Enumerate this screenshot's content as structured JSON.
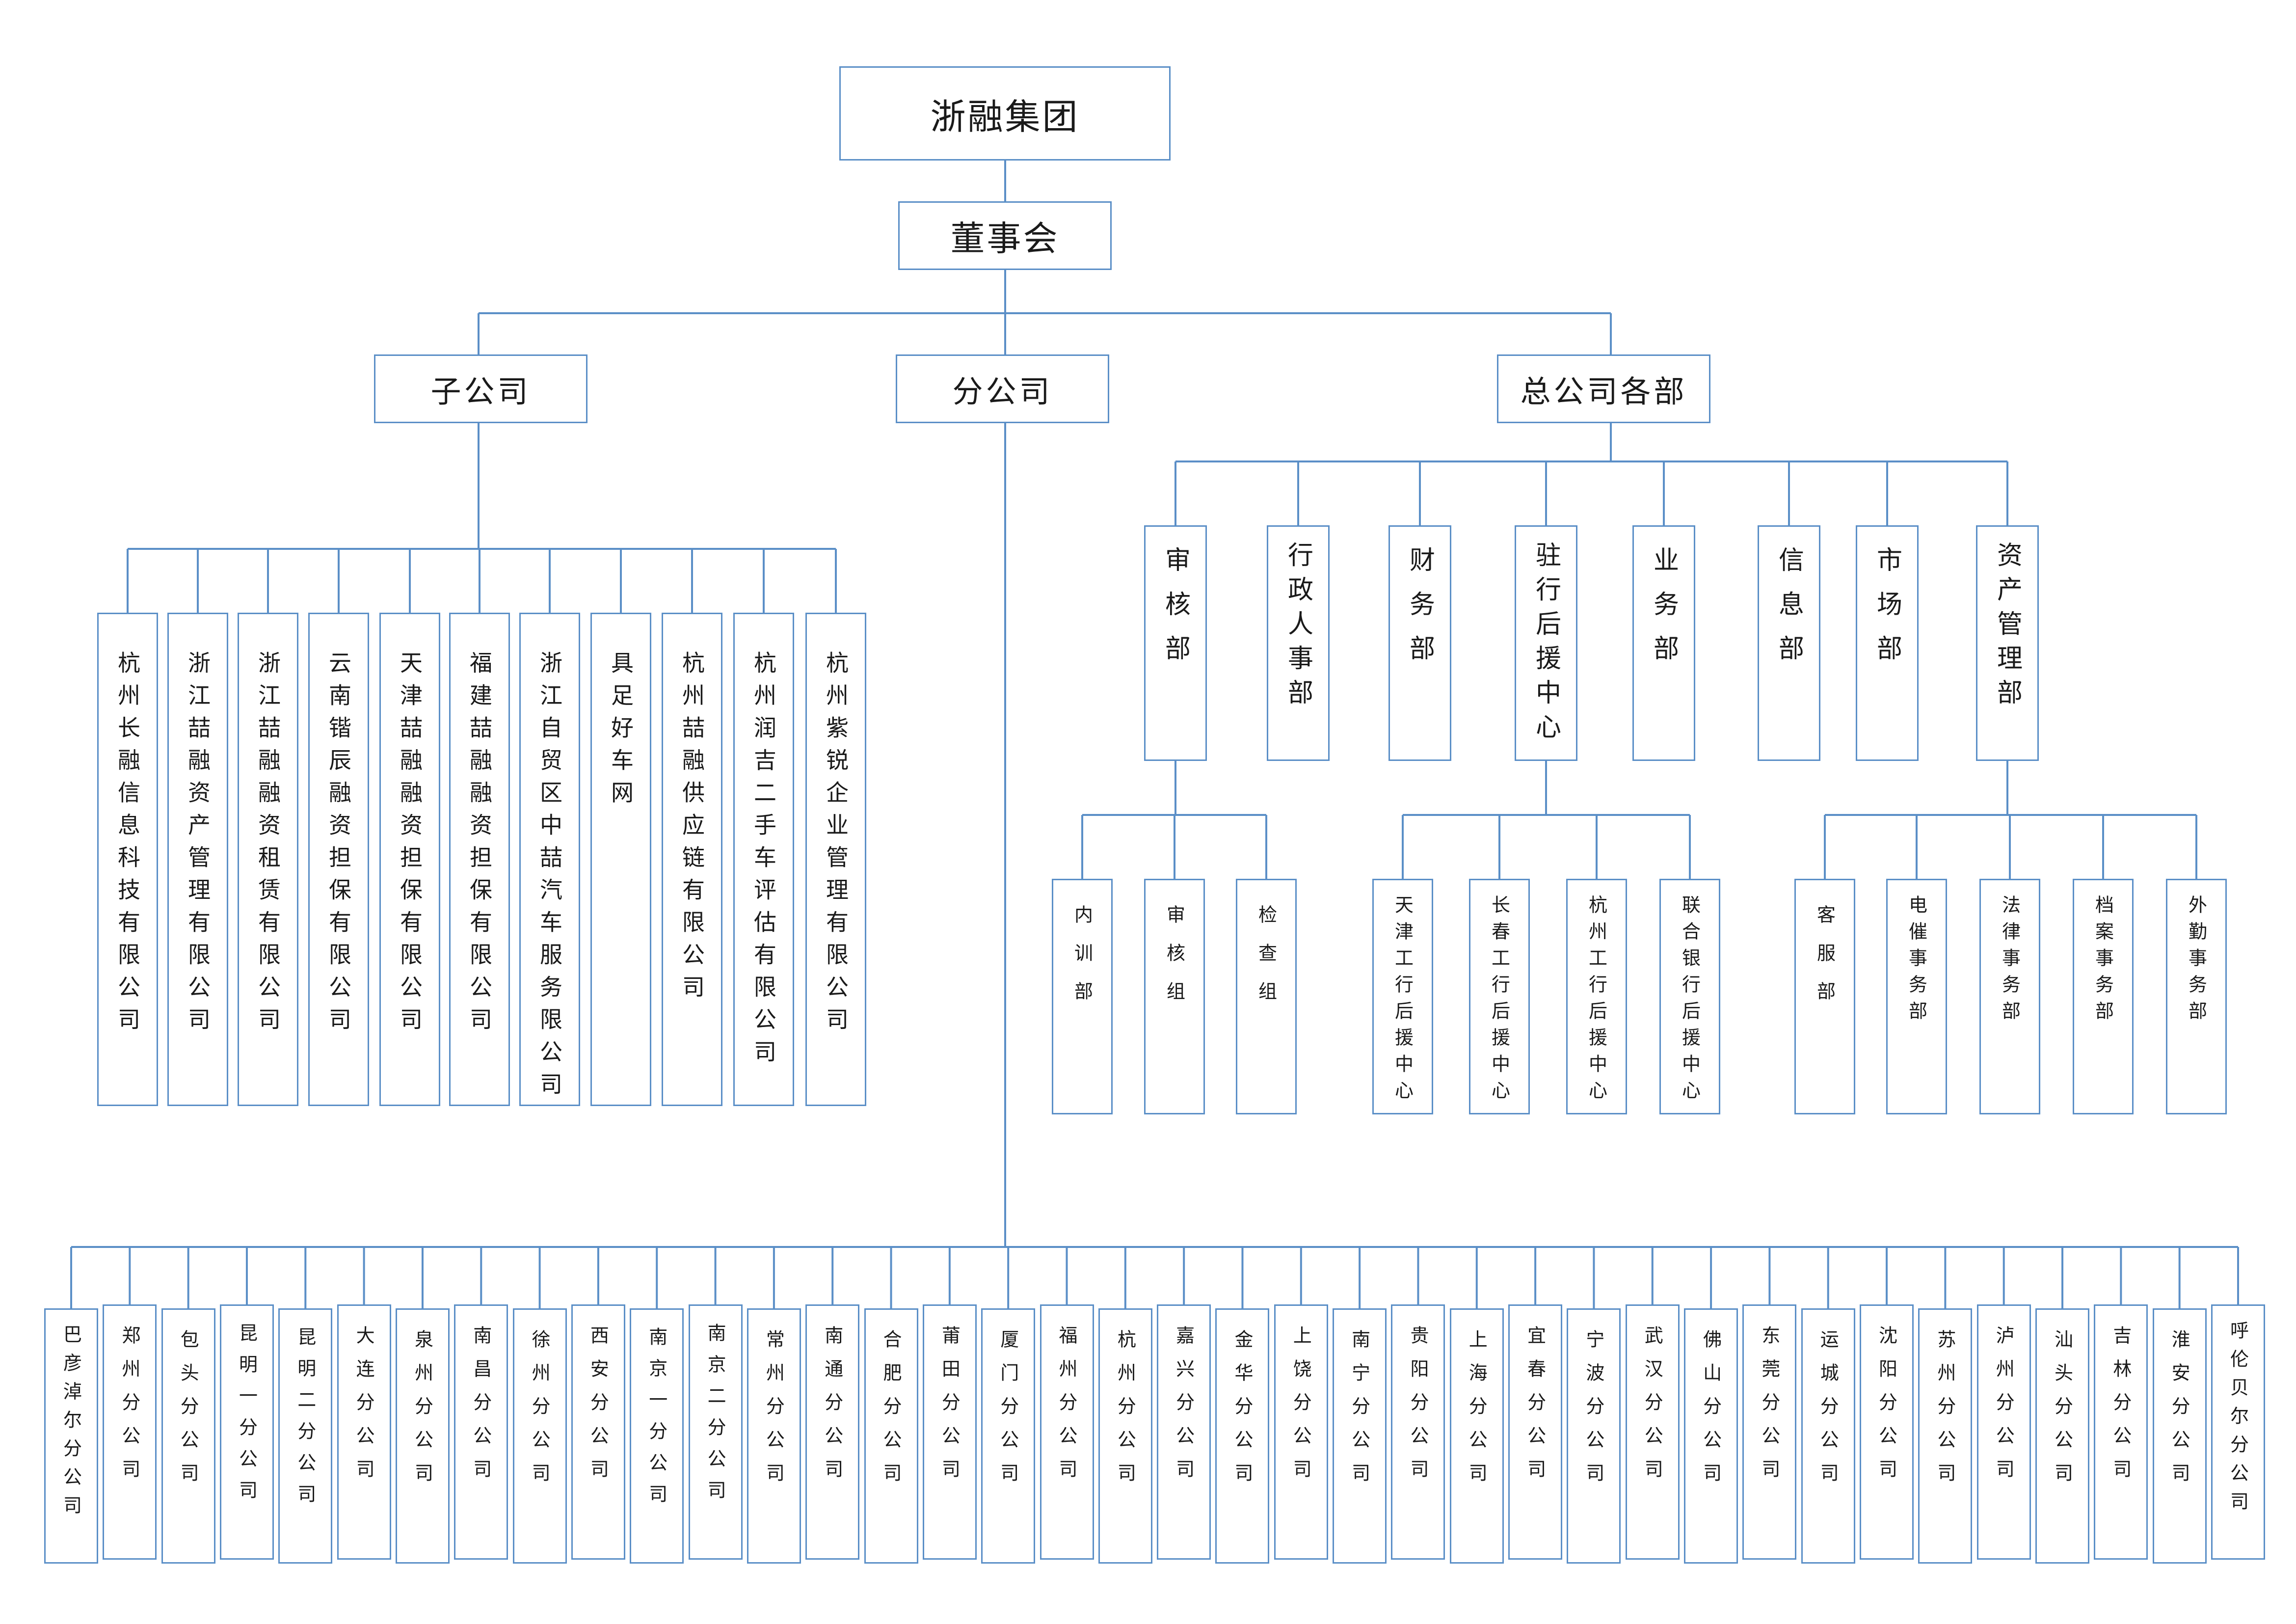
{
  "root": "浙融集团",
  "board": "董事会",
  "branches": {
    "subsidiaries": "子公司",
    "branch_offices": "分公司",
    "hq_departments": "总公司各部"
  },
  "subsidiaries": [
    "杭州长融信息科技有限公司",
    "浙江喆融资产管理有限公司",
    "浙江喆融融资租赁有限公司",
    "云南锴辰融资担保有限公司",
    "天津喆融融资担保有限公司",
    "福建喆融融资担保有限公司",
    "浙江自贸区中喆汽车服务限公司",
    "具足好车网",
    "杭州喆融供应链有限公司",
    "杭州润吉二手车评估有限公司",
    "杭州紫锐企业管理有限公司"
  ],
  "departments": [
    {
      "name": "审核部",
      "teams": [
        "内训部",
        "审核组",
        "检查组"
      ]
    },
    {
      "name": "行政人事部",
      "teams": []
    },
    {
      "name": "财务部",
      "teams": []
    },
    {
      "name": "驻行后援中心",
      "teams": [
        "天津工行后援中心",
        "长春工行后援中心",
        "杭州工行后援中心",
        "联合银行后援中心"
      ]
    },
    {
      "name": "业务部",
      "teams": []
    },
    {
      "name": "信息部",
      "teams": []
    },
    {
      "name": "市场部",
      "teams": []
    },
    {
      "name": "资产管理部",
      "teams": [
        "客服部",
        "电催事务部",
        "法律事务部",
        "档案事务部",
        "外勤事务部"
      ]
    }
  ],
  "branch_offices": [
    "巴彦淖尔分公司",
    "郑州分公司",
    "包头分公司",
    "昆明一分公司",
    "昆明二分公司",
    "大连分公司",
    "泉州分公司",
    "南昌分公司",
    "徐州分公司",
    "西安分公司",
    "南京一分公司",
    "南京二分公司",
    "常州分公司",
    "南通分公司",
    "合肥分公司",
    "莆田分公司",
    "厦门分公司",
    "福州分公司",
    "杭州分公司",
    "嘉兴分公司",
    "金华分公司",
    "上饶分公司",
    "南宁分公司",
    "贵阳分公司",
    "上海分公司",
    "宜春分公司",
    "宁波分公司",
    "武汉分公司",
    "佛山分公司",
    "东莞分公司",
    "运城分公司",
    "沈阳分公司",
    "苏州分公司",
    "泸州分公司",
    "汕头分公司",
    "吉林分公司",
    "淮安分公司",
    "呼伦贝尔分公司"
  ],
  "colors": {
    "line": "#5b8fc7",
    "box_border": "#5b8fc7",
    "text": "#1a1a1a",
    "background": "#ffffff"
  }
}
